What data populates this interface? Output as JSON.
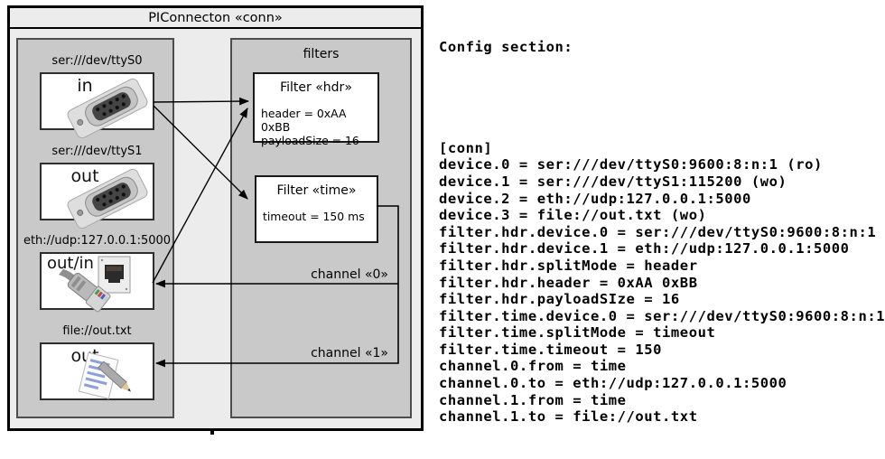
{
  "diagram": {
    "title": "PIConnecton «conn»",
    "devices_panel": {
      "devices": [
        {
          "label": "ser:///dev/ttyS0",
          "port": "in",
          "icon": "serial-connector-icon"
        },
        {
          "label": "ser:///dev/ttyS1",
          "port": "out",
          "icon": "serial-connector-icon"
        },
        {
          "label": "eth://udp:127.0.0.1:5000",
          "port": "out/in",
          "icon": "ethernet-connector-icon"
        },
        {
          "label": "file://out.txt",
          "port": "out",
          "icon": "file-note-icon"
        }
      ]
    },
    "filters_panel": {
      "title": "filters",
      "filters": [
        {
          "title": "Filter «hdr»",
          "params": [
            "header = 0xAA 0xBB",
            "payloadSize = 16"
          ]
        },
        {
          "title": "Filter «time»",
          "params": [
            "timeout = 150 ms"
          ]
        }
      ],
      "channels": [
        {
          "label": "channel «0»"
        },
        {
          "label": "channel «1»"
        }
      ]
    }
  },
  "config": {
    "heading": "Config section:",
    "lines": [
      "[conn]",
      "device.0 = ser:///dev/ttyS0:9600:8:n:1 (ro)",
      "device.1 = ser:///dev/ttyS1:115200 (wo)",
      "device.2 = eth://udp:127.0.0.1:5000",
      "device.3 = file://out.txt (wo)",
      "filter.hdr.device.0 = ser:///dev/ttyS0:9600:8:n:1",
      "filter.hdr.device.1 = eth://udp:127.0.0.1:5000",
      "filter.hdr.splitMode = header",
      "filter.hdr.header = 0xAA 0xBB",
      "filter.hdr.payloadSIze = 16",
      "filter.time.device.0 = ser:///dev/ttyS0:9600:8:n:1",
      "filter.time.splitMode = timeout",
      "filter.time.timeout = 150",
      "channel.0.from = time",
      "channel.0.to = eth://udp:127.0.0.1:5000",
      "channel.1.from = time",
      "channel.1.to = file://out.txt"
    ]
  },
  "colors": {
    "diagram_bg": "#ececec",
    "panel_bg": "#c9c9c9",
    "box_bg": "#ffffff",
    "line": "#000000",
    "text": "#000000"
  }
}
